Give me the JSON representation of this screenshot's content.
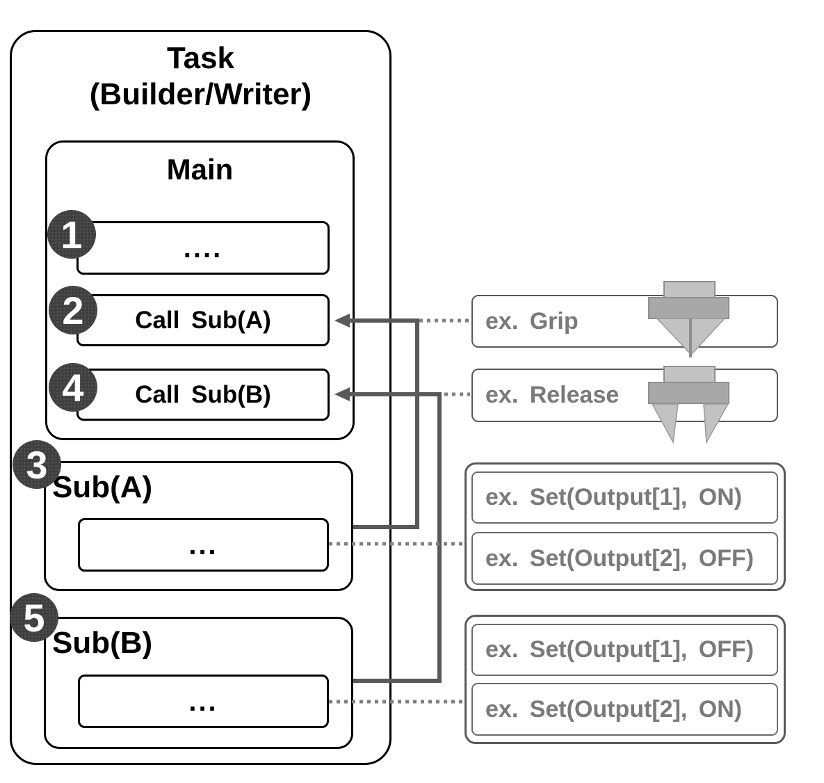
{
  "task": {
    "title_line1": "Task",
    "title_line2": "(Builder/Writer)"
  },
  "main": {
    "title": "Main",
    "steps": [
      {
        "num": "1",
        "label": "...."
      },
      {
        "num": "2",
        "label": "Call Sub(A)"
      },
      {
        "num": "4",
        "label": "Call Sub(B)"
      }
    ]
  },
  "subs": [
    {
      "num": "3",
      "title": "Sub(A)",
      "body": "..."
    },
    {
      "num": "5",
      "title": "Sub(B)",
      "body": "..."
    }
  ],
  "examples": {
    "grip": {
      "label": "ex. Grip",
      "icon": "gripper-closed-icon"
    },
    "release": {
      "label": "ex. Release",
      "icon": "gripper-open-icon"
    },
    "set_group_a": [
      "ex. Set(Output[1], ON)",
      "ex. Set(Output[2], OFF)"
    ],
    "set_group_b": [
      "ex. Set(Output[1], OFF)",
      "ex. Set(Output[2], ON)"
    ]
  },
  "colors": {
    "circle_fill": "#3f3f3f",
    "connector_gray": "#595959",
    "dotted_gray": "#7f7f7f",
    "muted_text": "#7a7a7a",
    "icon_light": "#c2c2c2",
    "icon_mid": "#a8a8a8",
    "icon_outline": "#8f8f8f",
    "black_border": "#000000"
  }
}
